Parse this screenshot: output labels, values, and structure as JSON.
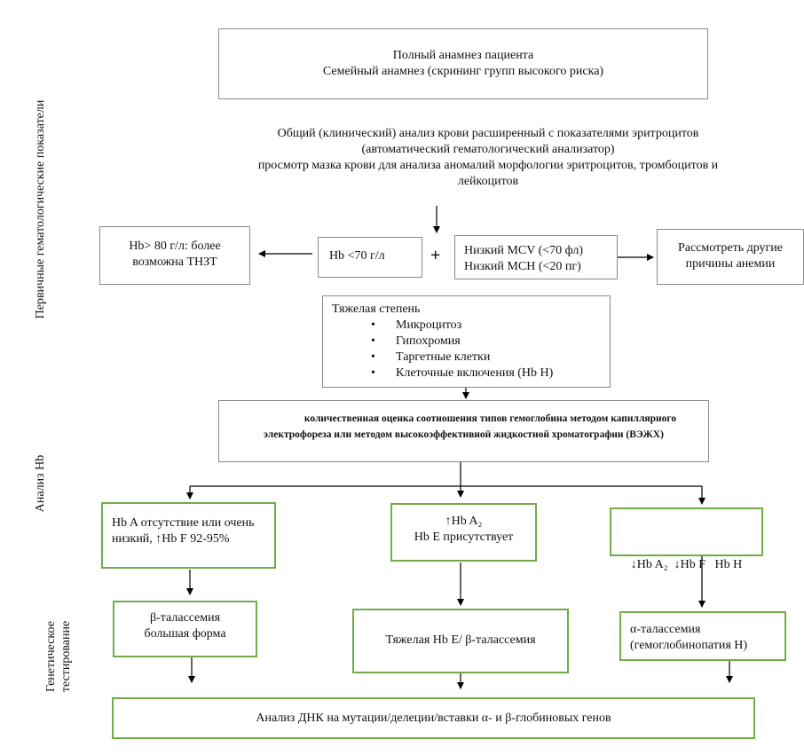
{
  "side_labels": {
    "primary": "Первичные гематологические показатели",
    "hb_analysis": "Анализ Hb",
    "genetic_1": "Генетическое",
    "genetic_2": "тестирование"
  },
  "top_box": {
    "line1": "Полный анамнез пациента",
    "line2": "Семейный анамнез (скрининг групп высокого риска)"
  },
  "blood_test": {
    "line1": "Общий (клинический) анализ крови расширенный с показателями эритроцитов",
    "line2": "(автоматический гематологический анализатор)",
    "line3": "просмотр мазка крови для анализа аномалий морфологии эритроцитов, тромбоцитов и",
    "line4": "лейкоцитов"
  },
  "hb_gt80": {
    "line1": "Hb> 80 г/л: более",
    "line2": "возможна ТНЗТ"
  },
  "hb_lt70": "Hb <70 г/л",
  "plus": "+",
  "mcv_box": {
    "line1": "Низкий MCV (<70 фл)",
    "line2": "Низкий MCH (<20 пг)"
  },
  "other_causes": {
    "line1": "Рассмотреть другие",
    "line2": "причины анемии"
  },
  "severe": {
    "title": "Тяжелая степень",
    "bullet": "•",
    "items": [
      "Микроцитоз",
      "Гипохромия",
      "Таргетные клетки",
      "Клеточные включения (Hb H)"
    ]
  },
  "quant": {
    "line1": "количественная оценка соотношения типов гемоглобина методом капиллярного",
    "line2": "электрофореза или методом высокоэффективной жидкостной хроматографии (ВЭЖХ)"
  },
  "left_result": {
    "line1": "Hb A отсутствие или очень",
    "line2": "низкий, ↑Hb F 92-95%"
  },
  "mid_result": {
    "line1": "↑Hb A₂",
    "line2": "Hb E присутствует"
  },
  "right_result": "↓Hb A₂  ↓Hb F   Hb H",
  "beta_major": {
    "line1": "β-таласcемия",
    "line2": "большая форма"
  },
  "hbe_beta": "Тяжелая Hb E/ β-талассемия",
  "alpha": {
    "line1": "α-талассемия",
    "line2": "(гемоглобинопатия H)"
  },
  "dna": "Анализ ДНК на мутации/делеции/вставки α- и β-глобиновых генов"
}
